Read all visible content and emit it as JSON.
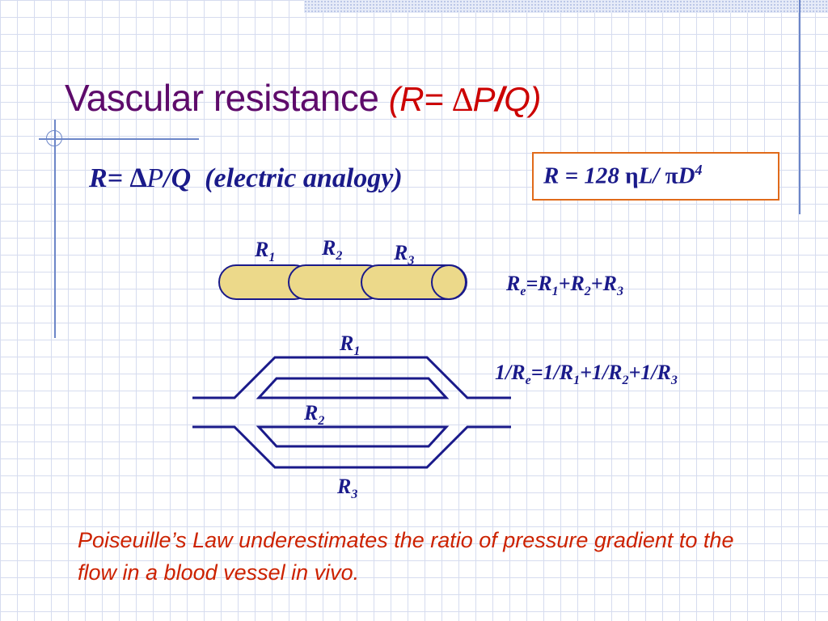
{
  "title": {
    "main": "Vascular resistance",
    "formula_open": "(R= ",
    "delta": "∆",
    "p": "P",
    "slash": "/",
    "q": "Q)"
  },
  "analogy": {
    "r_eq": "R= ",
    "delta": "∆",
    "p": "P",
    "slash_q": "/Q",
    "note": "(electric analogy)"
  },
  "formula_box": {
    "lhs": "R = 128 ",
    "eta": "η",
    "l": "L/ ",
    "pi": "π",
    "d": "D",
    "exp": "4"
  },
  "series": {
    "labels": [
      {
        "base": "R",
        "sub": "1"
      },
      {
        "base": "R",
        "sub": "2"
      },
      {
        "base": "R",
        "sub": "3"
      }
    ],
    "equation": {
      "re": "R",
      "re_sub": "e",
      "eq": "=R",
      "s1": "1",
      "p1": "+R",
      "s2": "2",
      "p2": "+R",
      "s3": "3"
    },
    "fill_color": "#ecd98a",
    "stroke_color": "#1a1a8a"
  },
  "parallel": {
    "labels": [
      {
        "base": "R",
        "sub": "1"
      },
      {
        "base": "R",
        "sub": "2"
      },
      {
        "base": "R",
        "sub": "3"
      }
    ],
    "equation": {
      "a": "1/R",
      "a_sub": "e",
      "b": "=1/R",
      "s1": "1",
      "c": "+1/R",
      "s2": "2",
      "d": "+1/R",
      "s3": "3"
    },
    "stroke_color": "#1a1a8a"
  },
  "note": "Poiseuille’s Law underestimates the ratio of pressure gradient to the flow in a blood vessel in vivo.",
  "colors": {
    "title": "#5e0b6b",
    "formula_red": "#cc0000",
    "text_navy": "#1a1a8a",
    "box_border": "#e06a1a",
    "note": "#cc2200",
    "grid": "#d6dcef"
  }
}
